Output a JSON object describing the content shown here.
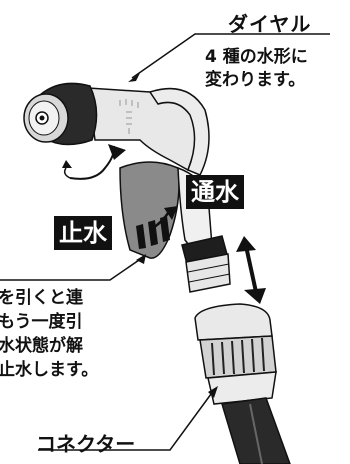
{
  "labels": {
    "dial": "ダイヤル",
    "dial_note": [
      "4 種の水形に",
      "変わります。"
    ],
    "flow": "通水",
    "stop": "止水",
    "instructions": [
      "を引くと連",
      "もう一度引",
      "水状態が解",
      "止水します。"
    ],
    "connector": "コネクター"
  },
  "colors": {
    "ink": "#111111",
    "tag_bg": "#111111",
    "tag_fg": "#ffffff",
    "body_gray": "#8a8a8a",
    "dial_dark": "#2a2a2a"
  }
}
